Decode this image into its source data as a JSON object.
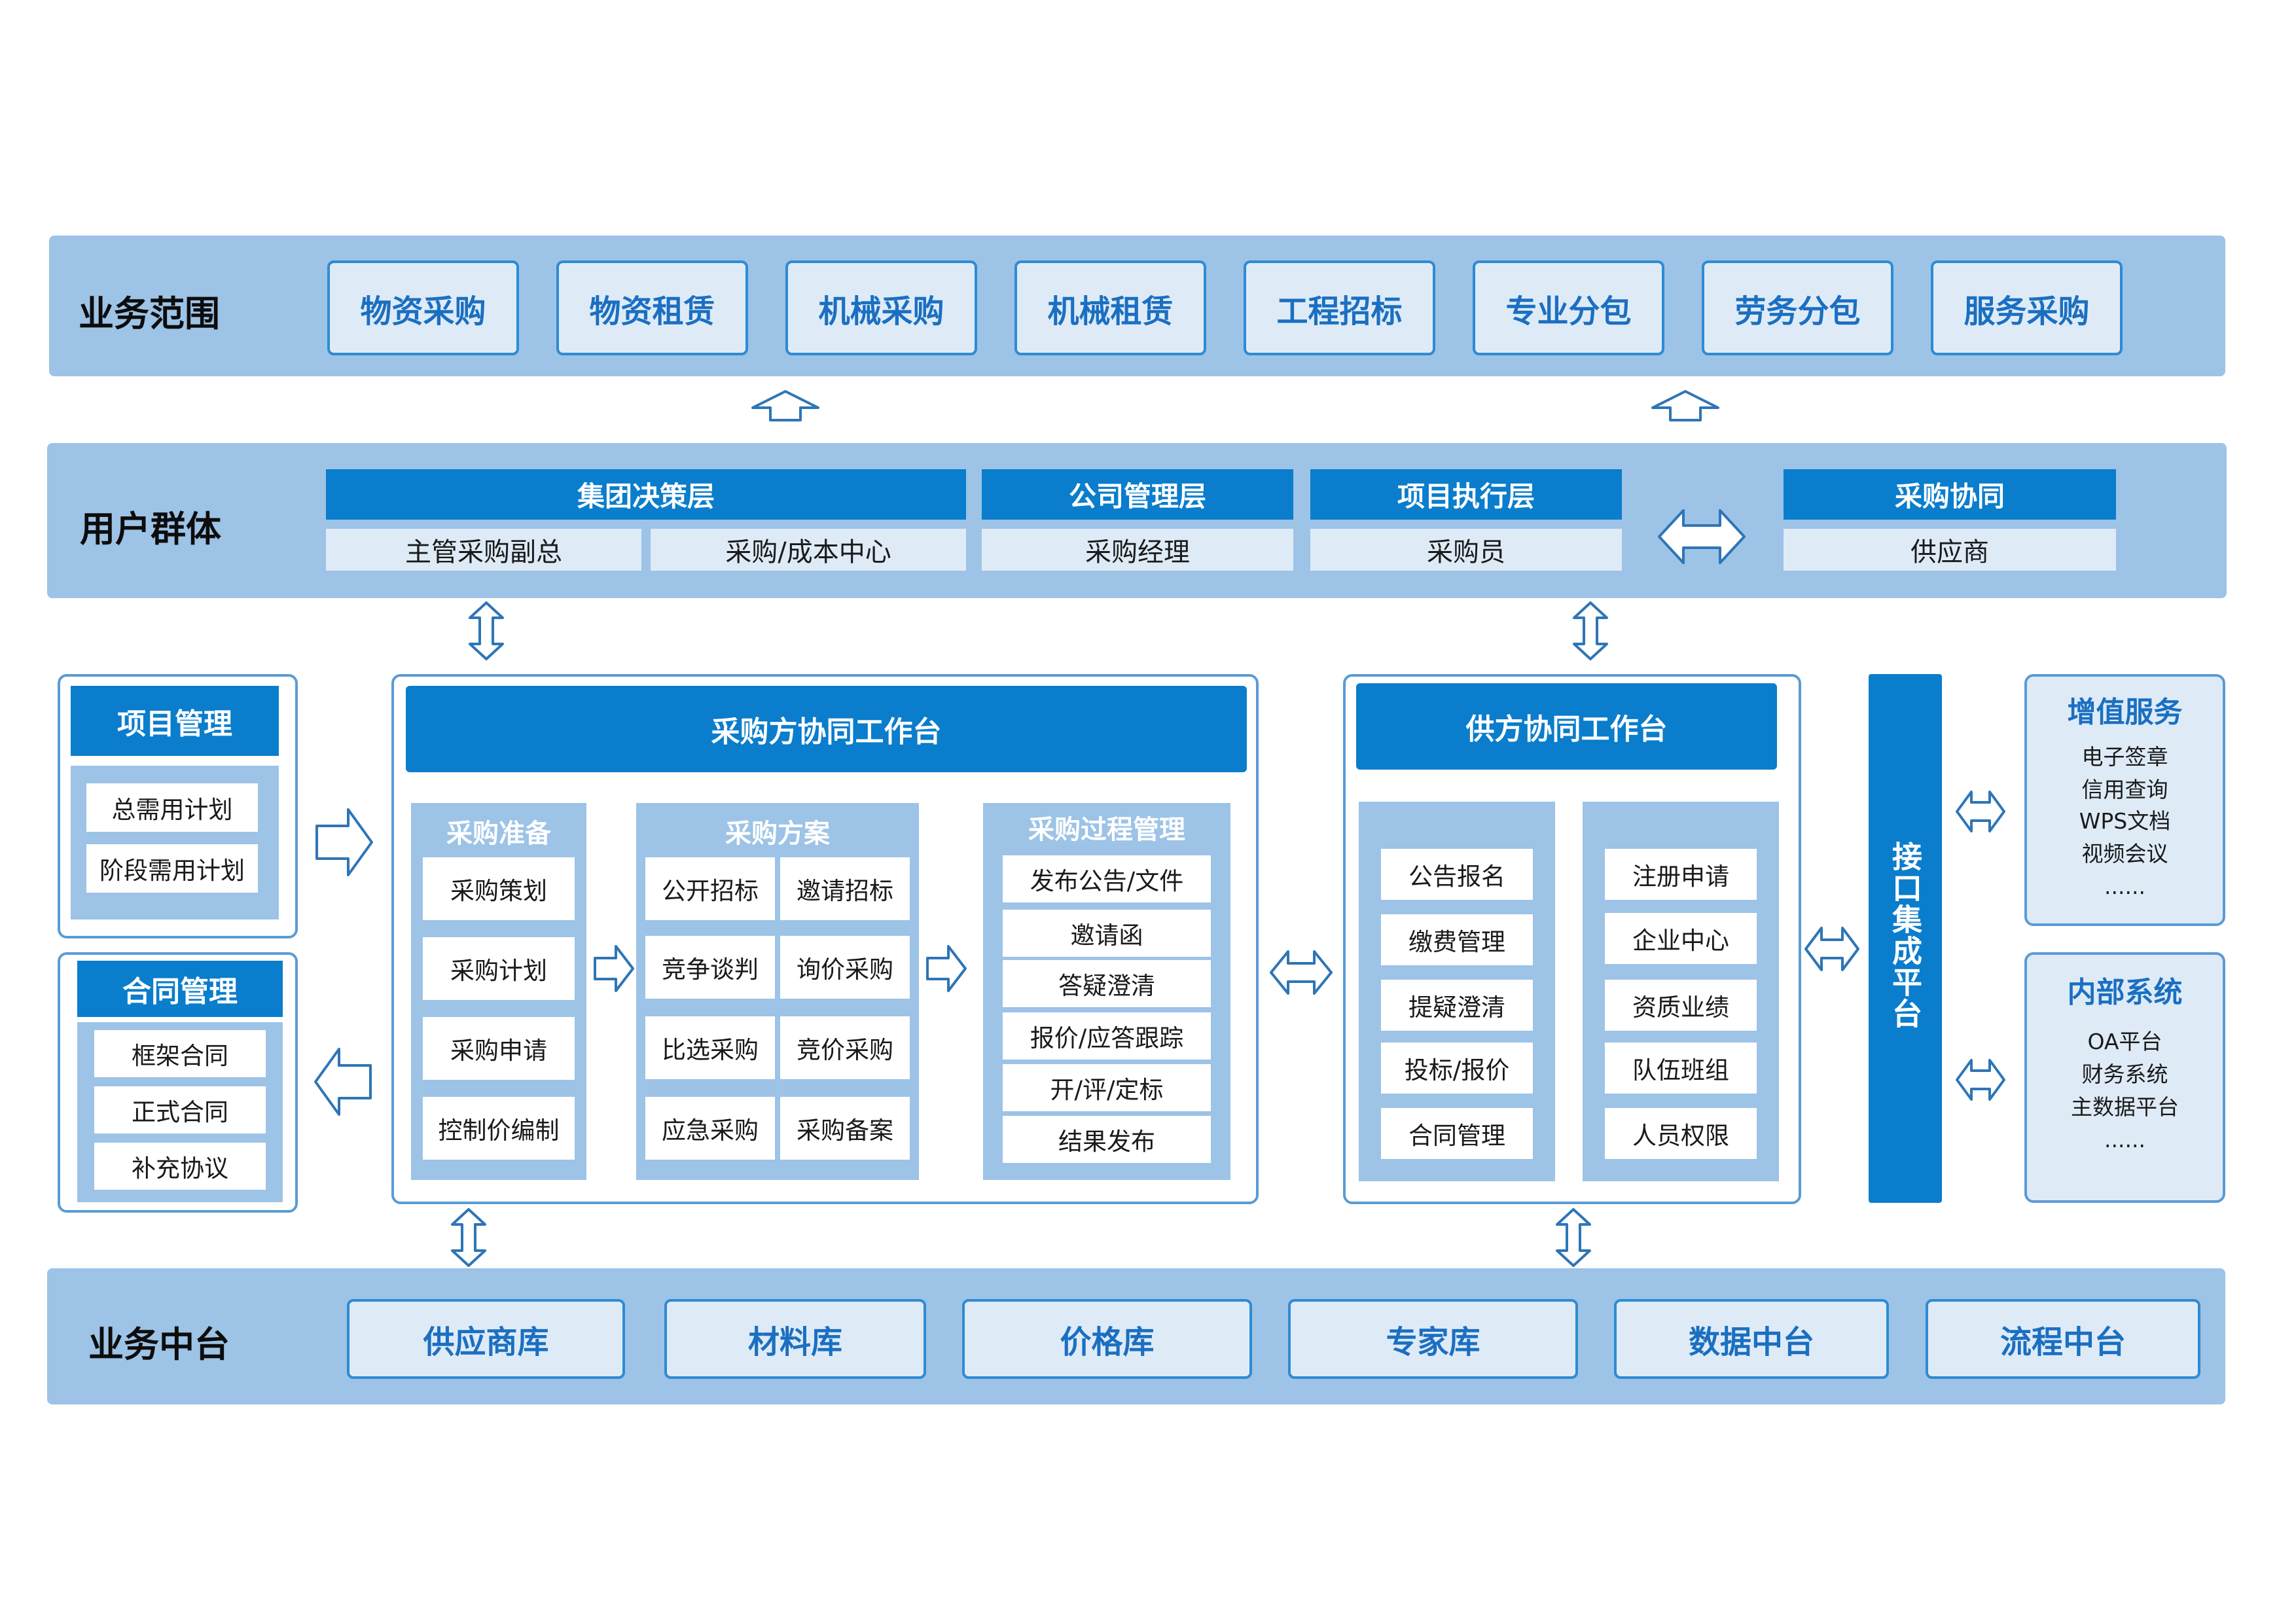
{
  "top_band": {
    "title": "业务范围",
    "items": [
      "物资采购",
      "物资租赁",
      "机械采购",
      "机械租赁",
      "工程招标",
      "专业分包",
      "劳务分包",
      "服务采购"
    ]
  },
  "user_band": {
    "title": "用户群体",
    "groups": [
      {
        "header": "集团决策层",
        "subs": [
          "主管采购副总",
          "采购/成本中心"
        ]
      },
      {
        "header": "公司管理层",
        "subs": [
          "采购经理"
        ]
      },
      {
        "header": "项目执行层",
        "subs": [
          "采购员"
        ]
      },
      {
        "header": "采购协同",
        "subs": [
          "供应商"
        ]
      }
    ]
  },
  "project_mgmt": {
    "title": "项目管理",
    "items": [
      "总需用计划",
      "阶段需用计划"
    ]
  },
  "contract_mgmt": {
    "title": "合同管理",
    "items": [
      "框架合同",
      "正式合同",
      "补充协议"
    ]
  },
  "buyer_workbench": {
    "title": "采购方协同工作台",
    "prep": {
      "title": "采购准备",
      "items": [
        "采购策划",
        "采购计划",
        "采购申请",
        "控制价编制"
      ]
    },
    "plan": {
      "title": "采购方案",
      "items": [
        "公开招标",
        "邀请招标",
        "竞争谈判",
        "询价采购",
        "比选采购",
        "竞价采购",
        "应急采购",
        "采购备案"
      ]
    },
    "process": {
      "title": "采购过程管理",
      "items": [
        "发布公告/文件",
        "邀请函",
        "答疑澄清",
        "报价/应答跟踪",
        "开/评/定标",
        "结果发布"
      ]
    }
  },
  "supplier_workbench": {
    "title": "供方协同工作台",
    "left": [
      "公告报名",
      "缴费管理",
      "提疑澄清",
      "投标/报价",
      "合同管理"
    ],
    "right": [
      "注册申请",
      "企业中心",
      "资质业绩",
      "队伍班组",
      "人员权限"
    ]
  },
  "integration": {
    "label": "接口集成平台"
  },
  "value_services": {
    "title": "增值服务",
    "items": [
      "电子签章",
      "信用查询",
      "WPS文档",
      "视频会议",
      "......"
    ]
  },
  "internal_systems": {
    "title": "内部系统",
    "items": [
      "OA平台",
      "财务系统",
      "主数据平台",
      "......"
    ]
  },
  "bottom_band": {
    "title": "业务中台",
    "items": [
      "供应商库",
      "材料库",
      "价格库",
      "专家库",
      "数据中台",
      "流程中台"
    ]
  },
  "colors": {
    "band": "#9dc3e6",
    "header": "#0a7dcc",
    "pill_bg": "#deebf7",
    "pill_text": "#1b6fc1",
    "border": "#5b9bd5"
  }
}
